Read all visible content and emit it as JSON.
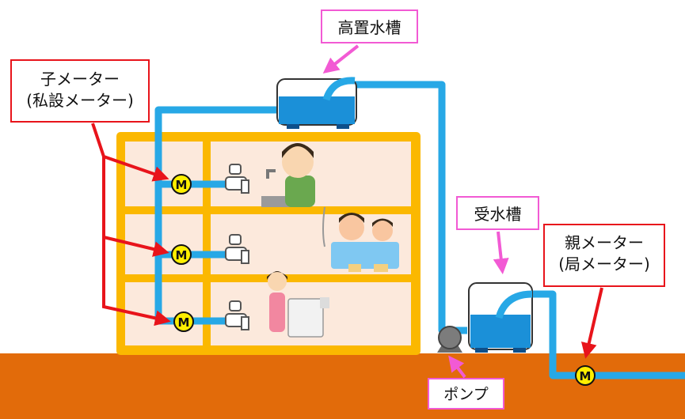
{
  "labels": {
    "elevated_tank": "高置水槽",
    "sub_meter_line1": "子メーター",
    "sub_meter_line2": "(私設メーター)",
    "receiving_tank": "受水槽",
    "parent_meter_line1": "親メーター",
    "parent_meter_line2": "(局メーター)",
    "pump": "ポンプ"
  },
  "meter_symbol": "M",
  "colors": {
    "pipe": "#27a8e6",
    "building_frame": "#fbb800",
    "room_fill": "#fce9dc",
    "ground": "#e26b0a",
    "meter_fill": "#ffef00",
    "label_red": "#e8141b",
    "label_pink": "#f25ad4",
    "arrow_red": "#e8141b",
    "arrow_pink": "#f25ad4",
    "tank_water": "#1b90d8"
  }
}
